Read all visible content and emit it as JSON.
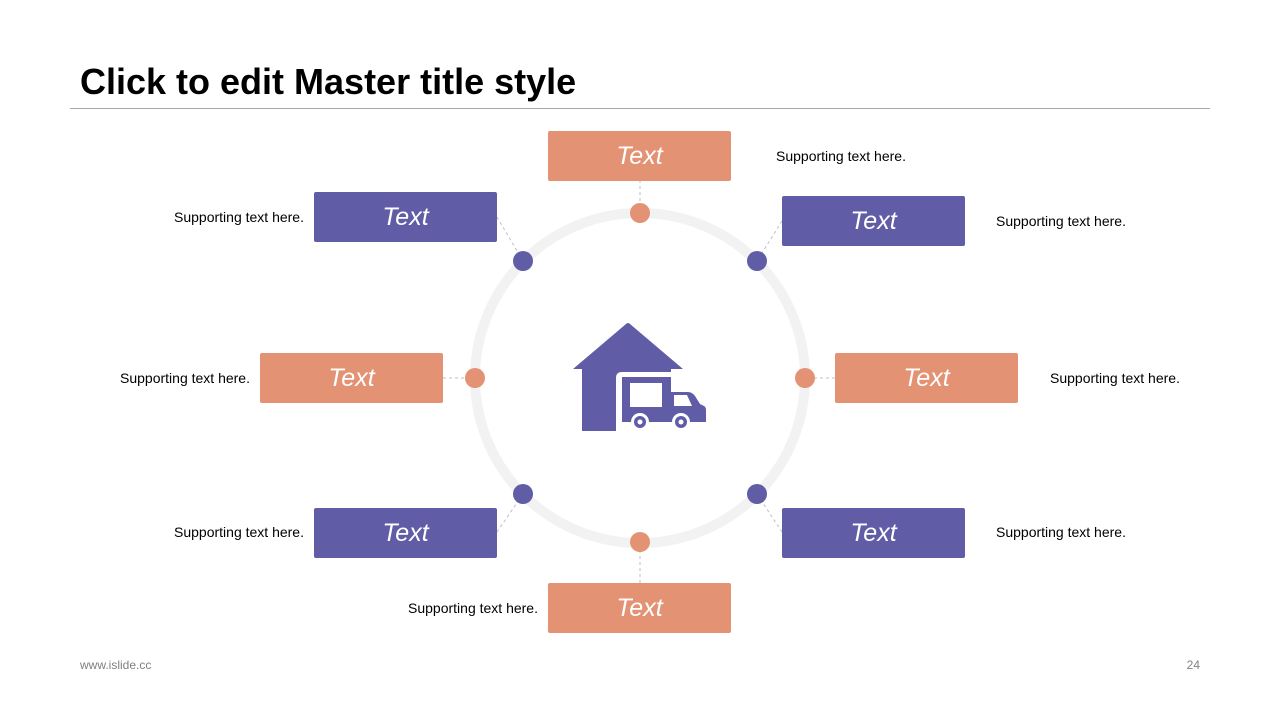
{
  "slide": {
    "title": "Click to edit Master title style",
    "footer_url": "www.islide.cc",
    "page_number": "24"
  },
  "colors": {
    "orange": "#e39274",
    "purple": "#605ca6",
    "ring": "#f2f2f2",
    "connector": "#bfbfbf"
  },
  "center_icon": "warehouse-truck-icon",
  "items": [
    {
      "id": "top",
      "color": "orange",
      "label": "Text",
      "support": "Supporting text here."
    },
    {
      "id": "top-right",
      "color": "purple",
      "label": "Text",
      "support": "Supporting text here."
    },
    {
      "id": "right",
      "color": "orange",
      "label": "Text",
      "support": "Supporting text here."
    },
    {
      "id": "bottom-right",
      "color": "purple",
      "label": "Text",
      "support": "Supporting text here."
    },
    {
      "id": "bottom",
      "color": "orange",
      "label": "Text",
      "support": "Supporting text here."
    },
    {
      "id": "bottom-left",
      "color": "purple",
      "label": "Text",
      "support": "Supporting text here."
    },
    {
      "id": "left",
      "color": "orange",
      "label": "Text",
      "support": "Supporting text here."
    },
    {
      "id": "top-left",
      "color": "purple",
      "label": "Text",
      "support": "Supporting text here."
    }
  ]
}
